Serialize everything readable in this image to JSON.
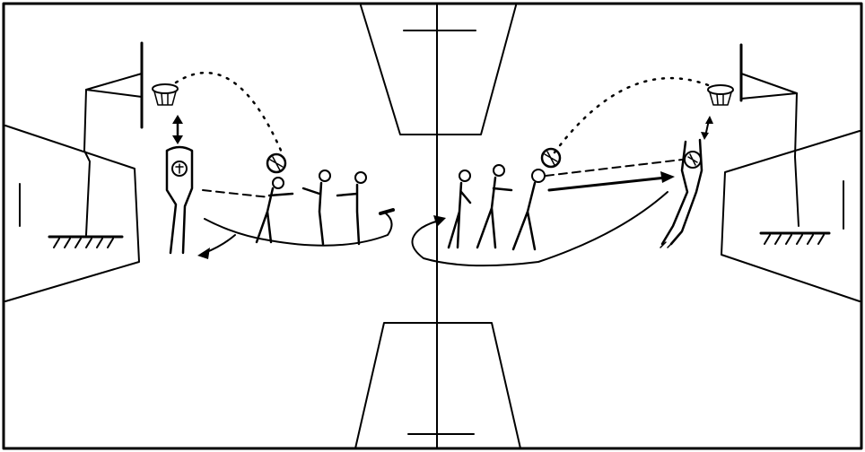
{
  "diagram": {
    "ink_color": "#000000",
    "paper_color": "#ffffff",
    "players": [
      {
        "name": "shooter-left",
        "role": "catching-rebound"
      },
      {
        "name": "passer-left",
        "role": "shooting"
      },
      {
        "name": "waiting-left-1",
        "role": "waiting"
      },
      {
        "name": "waiting-left-2",
        "role": "waiting"
      },
      {
        "name": "waiting-right-1",
        "role": "waiting"
      },
      {
        "name": "waiting-right-2",
        "role": "waiting"
      },
      {
        "name": "passer-right",
        "role": "shooting"
      },
      {
        "name": "shooter-right",
        "role": "catching-rebound"
      }
    ]
  }
}
